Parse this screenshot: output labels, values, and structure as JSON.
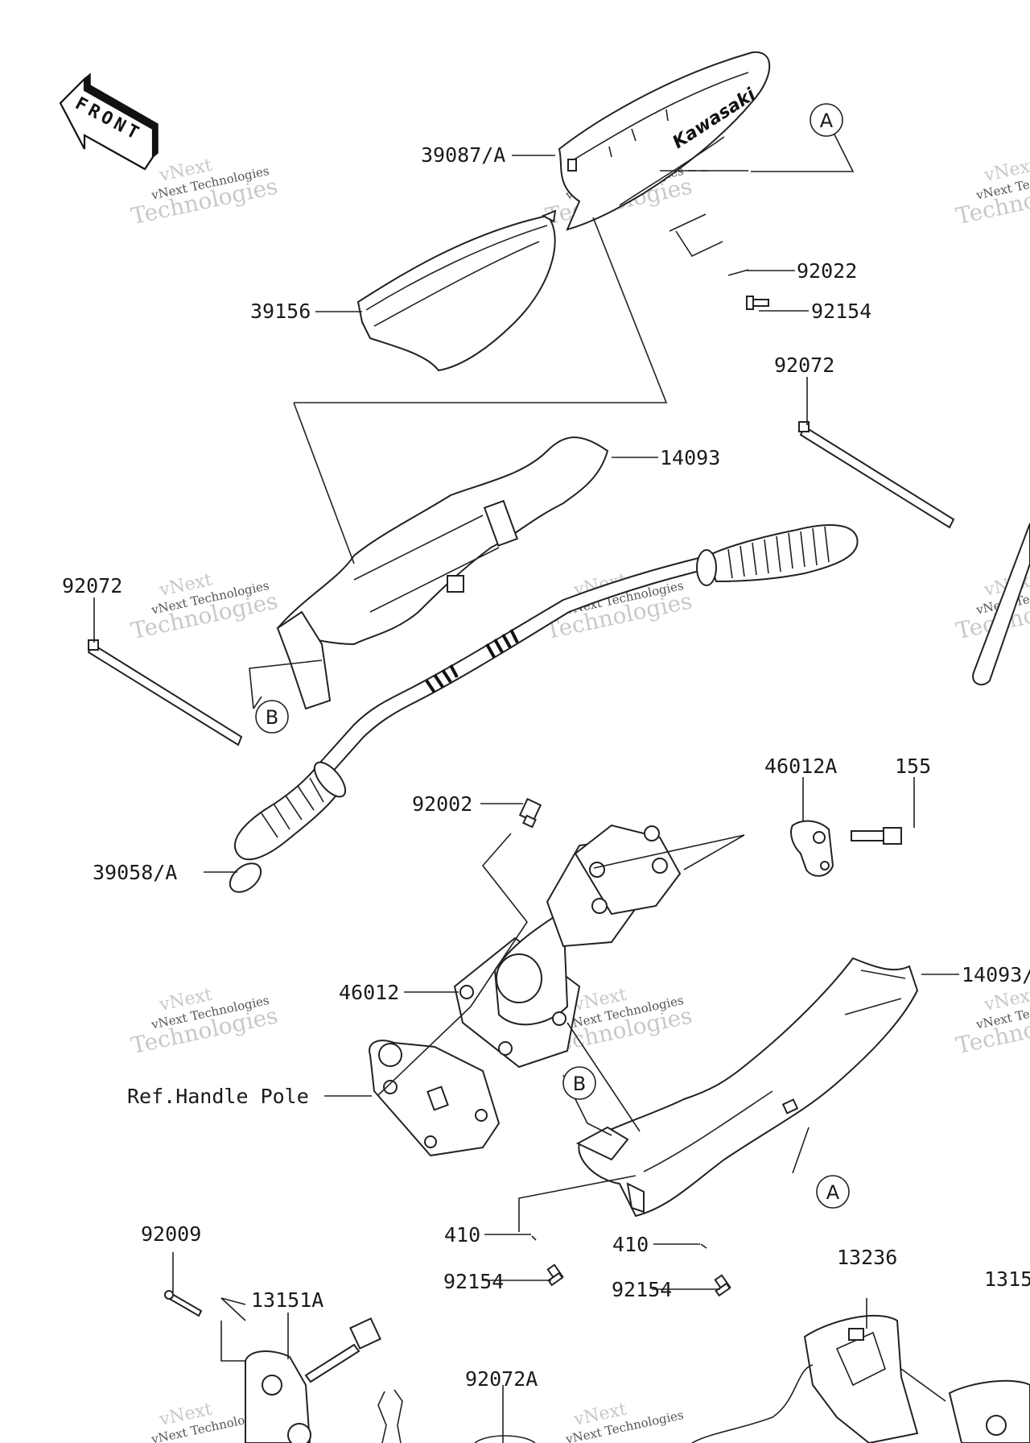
{
  "front_arrow": {
    "text": "FRONT",
    "letters": [
      "F",
      "R",
      "O",
      "N",
      "T"
    ]
  },
  "brand_on_cowl": "Kawasaki",
  "watermark": {
    "line1": "vNext",
    "line2": "vNext Technologies",
    "line3": "Technologies"
  },
  "reference_markers": {
    "A": "A",
    "B": "B"
  },
  "callouts": {
    "p39087A": "39087/A",
    "p92022": "92022",
    "p92154_top": "92154",
    "p39156": "39156",
    "p92072_right": "92072",
    "p14093": "14093",
    "p92072_left": "92072",
    "p46012A": "46012A",
    "p155": "155",
    "p92002": "92002",
    "p39058A": "39058/A",
    "p46012": "46012",
    "p14093A": "14093/",
    "ref_handle_pole": "Ref.Handle Pole",
    "p410_left": "410",
    "p410_right": "410",
    "p92154_left": "92154",
    "p92154_right": "92154",
    "p92009": "92009",
    "p13151A": "13151A",
    "p92072A": "92072A",
    "p13236": "13236",
    "p1315": "1315"
  }
}
